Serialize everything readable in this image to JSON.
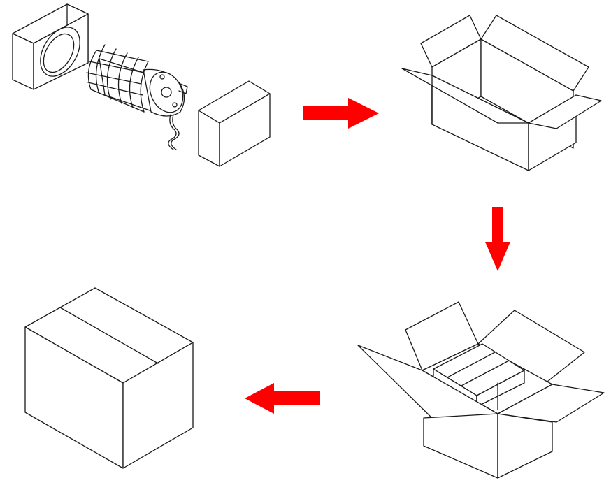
{
  "diagram": {
    "kind": "packaging-steps",
    "steps": [
      {
        "step": 1,
        "content": "fixture-with-foam-end-caps"
      },
      {
        "step": 2,
        "content": "open-empty-carton"
      },
      {
        "step": 3,
        "content": "carton-with-packed-fixture"
      },
      {
        "step": 4,
        "content": "sealed-carton"
      }
    ],
    "arrows": [
      {
        "from": 1,
        "to": 2,
        "direction": "right"
      },
      {
        "from": 2,
        "to": 3,
        "direction": "down"
      },
      {
        "from": 3,
        "to": 4,
        "direction": "left"
      }
    ],
    "colors": {
      "arrow": "#ff0000",
      "line": "#1a1a1a",
      "background": "#ffffff"
    }
  }
}
